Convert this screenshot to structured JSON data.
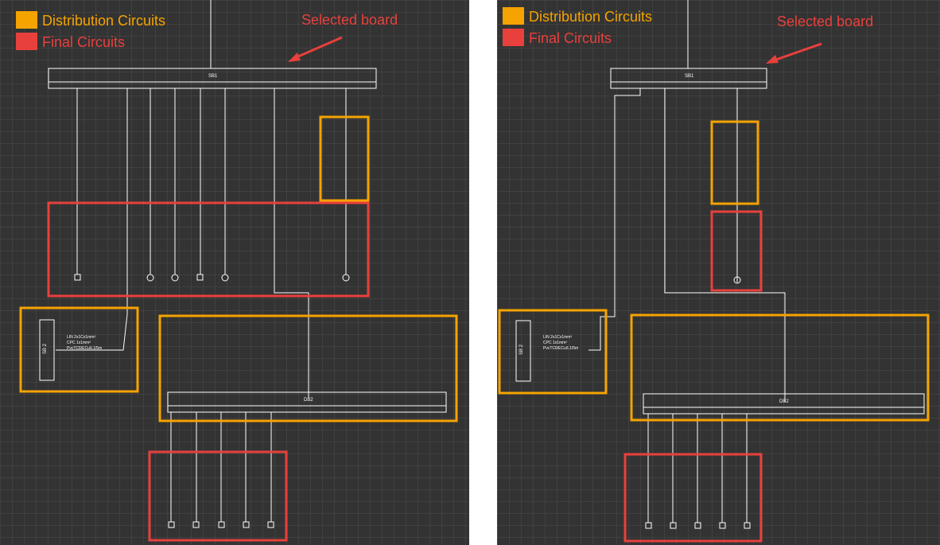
{
  "legend": {
    "distribution": {
      "label": "Distribution Circuits",
      "color": "#f5a300"
    },
    "final": {
      "label": "Final Circuits",
      "color": "#e8403c"
    }
  },
  "callout": {
    "label": "Selected board",
    "color": "#e8403c"
  },
  "panels": {
    "left": {
      "board_main": "SB1",
      "board_sub": "DB2",
      "board_side": "SB 2",
      "cable_side": [
        "LIN 2x1Cx1mm²",
        "CPC 1x1mm²",
        "PvcTC6/ECu/L1/5m"
      ]
    },
    "right": {
      "board_main": "SB1",
      "board_sub": "DB2",
      "board_side": "SB 2",
      "cable_side": [
        "LIN 2x1Cx1mm²",
        "CPC 1x1mm²",
        "PvcTC6/ECu/L1/5m"
      ]
    }
  },
  "colors": {
    "background": "#333333",
    "grid": "#4d4d4d",
    "wire": "#ffffff"
  }
}
